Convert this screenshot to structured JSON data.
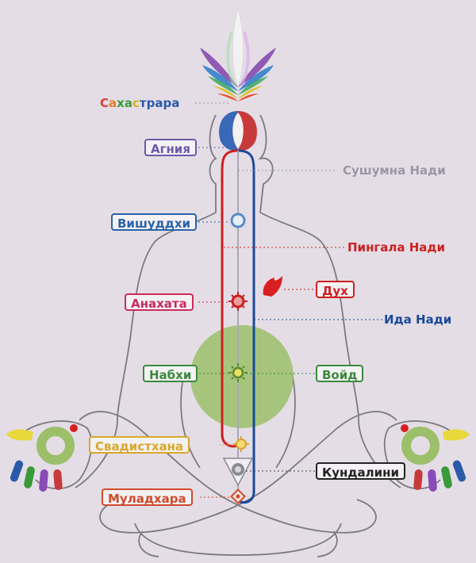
{
  "labels": {
    "sahasrara": "Сахастрара",
    "agniya": "Агния",
    "sushumna": "Сушумна Нади",
    "vishuddhi": "Вишуддхи",
    "pingala": "Пингала Нади",
    "anahata": "Анахата",
    "dukh": "Дух",
    "ida": "Ида Нади",
    "nabkhi": "Набхи",
    "void": "Войд",
    "svadisthana": "Свадистхана",
    "kundalini": "Кундалини",
    "muladhara": "Муладхара"
  },
  "sahasrara_letter_colors": [
    "#e23a3a",
    "#e87b2a",
    "#3a9a3a",
    "#3a9a3a",
    "#d8b020",
    "#2a5aa8",
    "#2a5aa8",
    "#2a5aa8",
    "#2a5aa8",
    "#2a5aa8"
  ],
  "colors": {
    "background": "#e4dde6",
    "agniya": "#6a5aa8",
    "sushumna": "#9a98a8",
    "vishuddhi": "#2a62a8",
    "pingala": "#cc2020",
    "anahata": "#cc2a5a",
    "dukh": "#cc2020",
    "ida": "#1a4a9a",
    "nabkhi": "#3a8a3a",
    "void": "#3a8a3a",
    "svadisthana": "#d8a82a",
    "kundalini": "#222222",
    "muladhara": "#d04a2a",
    "void_circle": "#9cbf6a"
  }
}
